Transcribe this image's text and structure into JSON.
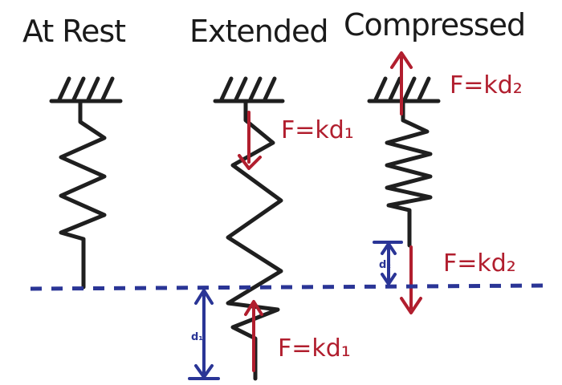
{
  "titles": {
    "rest": "At Rest",
    "extended": "Extended",
    "compressed": "Compressed"
  },
  "forces": {
    "extended_top": "F=kd₁",
    "extended_bottom": "F=kd₁",
    "compressed_top": "F=kd₂",
    "compressed_bottom": "F=kd₂"
  },
  "displacements": {
    "d1": "d₁",
    "d2": "d₂"
  },
  "colors": {
    "ink": "#1f1f1f",
    "force": "#b11e2e",
    "reference_line": "#2a3596"
  }
}
